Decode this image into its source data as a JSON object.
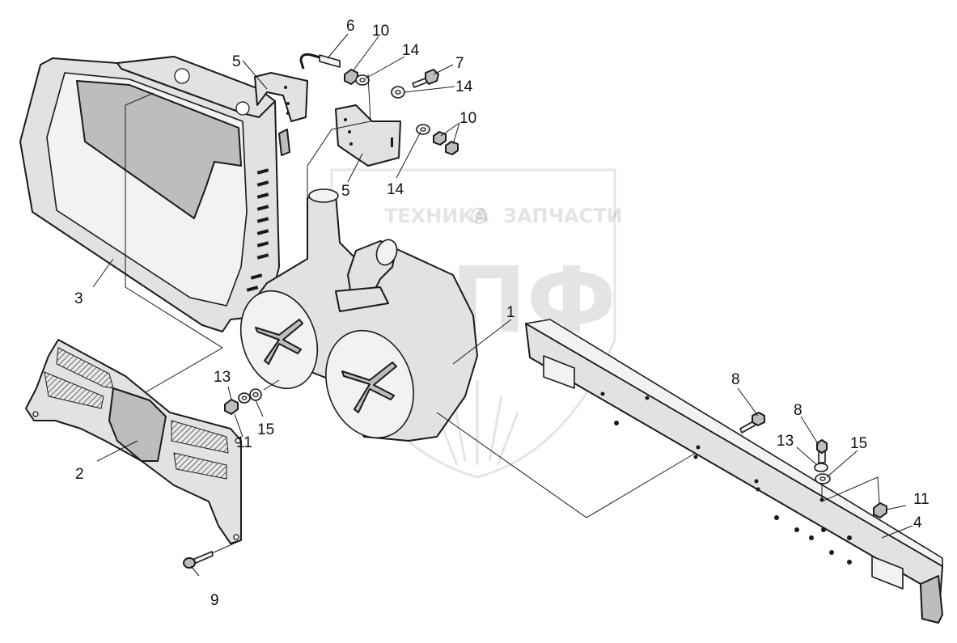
{
  "watermark": {
    "brand_left": "ТЕХНИКА",
    "brand_right": "ЗАПЧАСТИ",
    "logo_letters": "ЭПФ",
    "gear_icon": "gear-icon"
  },
  "callouts": {
    "c1": "1",
    "c2": "2",
    "c3": "3",
    "c4": "4",
    "c5a": "5",
    "c5b": "5",
    "c6": "6",
    "c7": "7",
    "c8a": "8",
    "c8b": "8",
    "c9": "9",
    "c10a": "10",
    "c10b": "10",
    "c11a": "11",
    "c11b": "11",
    "c13a": "13",
    "c13b": "13",
    "c14a": "14",
    "c14b": "14",
    "c14c": "14",
    "c15a": "15",
    "c15b": "15"
  },
  "colors": {
    "line": "#1a1a1a",
    "fill": "#e2e2e2",
    "shade": "#bdbdbd"
  }
}
